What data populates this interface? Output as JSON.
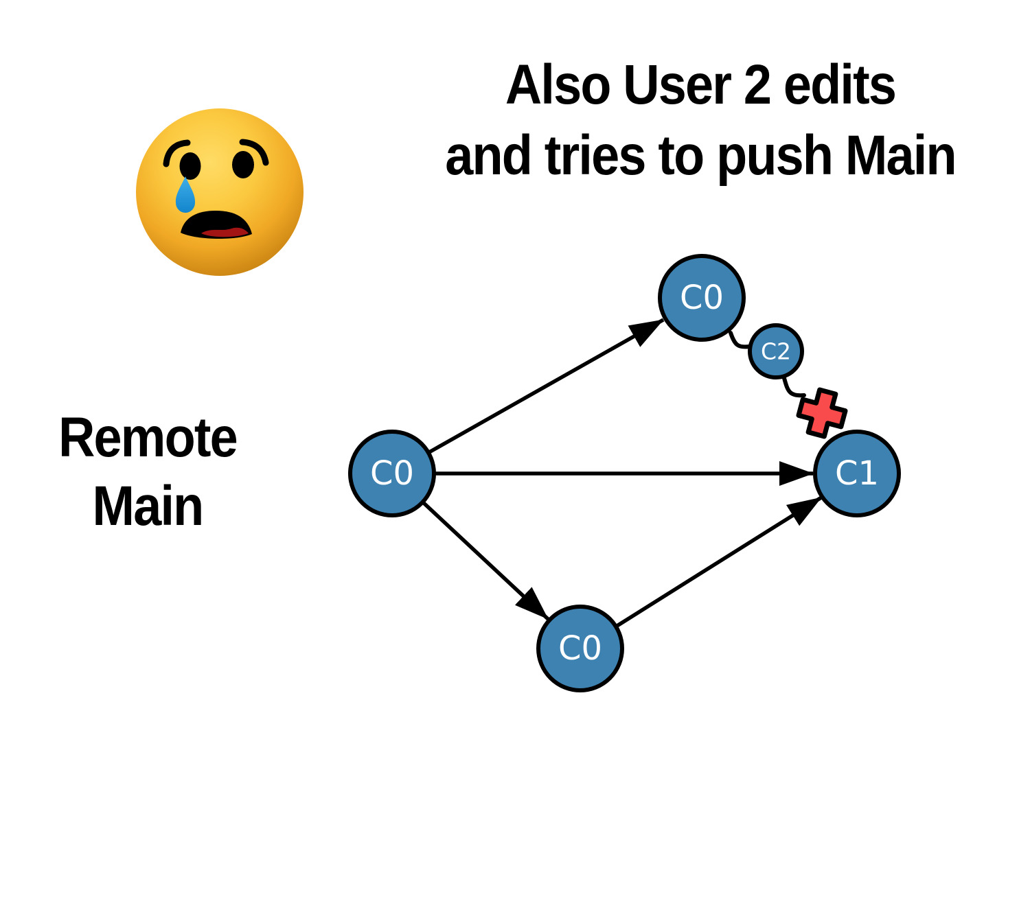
{
  "title": {
    "line1": "Also User 2 edits",
    "line2": "and tries to push Main"
  },
  "side_label": {
    "line1": "Remote",
    "line2": "Main"
  },
  "emoji": {
    "name": "crying-face",
    "face_color": "#FBC33C",
    "tear_color": "#1E96D8"
  },
  "colors": {
    "background": "#FFFFFF",
    "text": "#000000",
    "node_fill": "#3E82B2",
    "node_stroke": "#000000",
    "node_text": "#FFFFFF",
    "edge": "#000000",
    "cross_fill": "#F94B4B",
    "cross_stroke": "#000000"
  },
  "diagram": {
    "nodes": [
      {
        "id": "remote-main-c0",
        "label": "C0"
      },
      {
        "id": "user2-c0",
        "label": "C0"
      },
      {
        "id": "user2-c2",
        "label": "C2"
      },
      {
        "id": "remote-main-c1",
        "label": "C1"
      },
      {
        "id": "user1-c0",
        "label": "C0"
      }
    ],
    "edges": [
      {
        "from": "remote-main-c0",
        "to": "user2-c0",
        "style": "arrow"
      },
      {
        "from": "remote-main-c0",
        "to": "remote-main-c1",
        "style": "arrow"
      },
      {
        "from": "remote-main-c0",
        "to": "user1-c0",
        "style": "arrow"
      },
      {
        "from": "user1-c0",
        "to": "remote-main-c1",
        "style": "arrow"
      },
      {
        "from": "user2-c0",
        "to": "user2-c2",
        "style": "squiggle"
      },
      {
        "from": "user2-c2",
        "to": "push-rejected-cross",
        "style": "squiggle"
      }
    ],
    "rejected_marker": "push-rejected-cross"
  }
}
